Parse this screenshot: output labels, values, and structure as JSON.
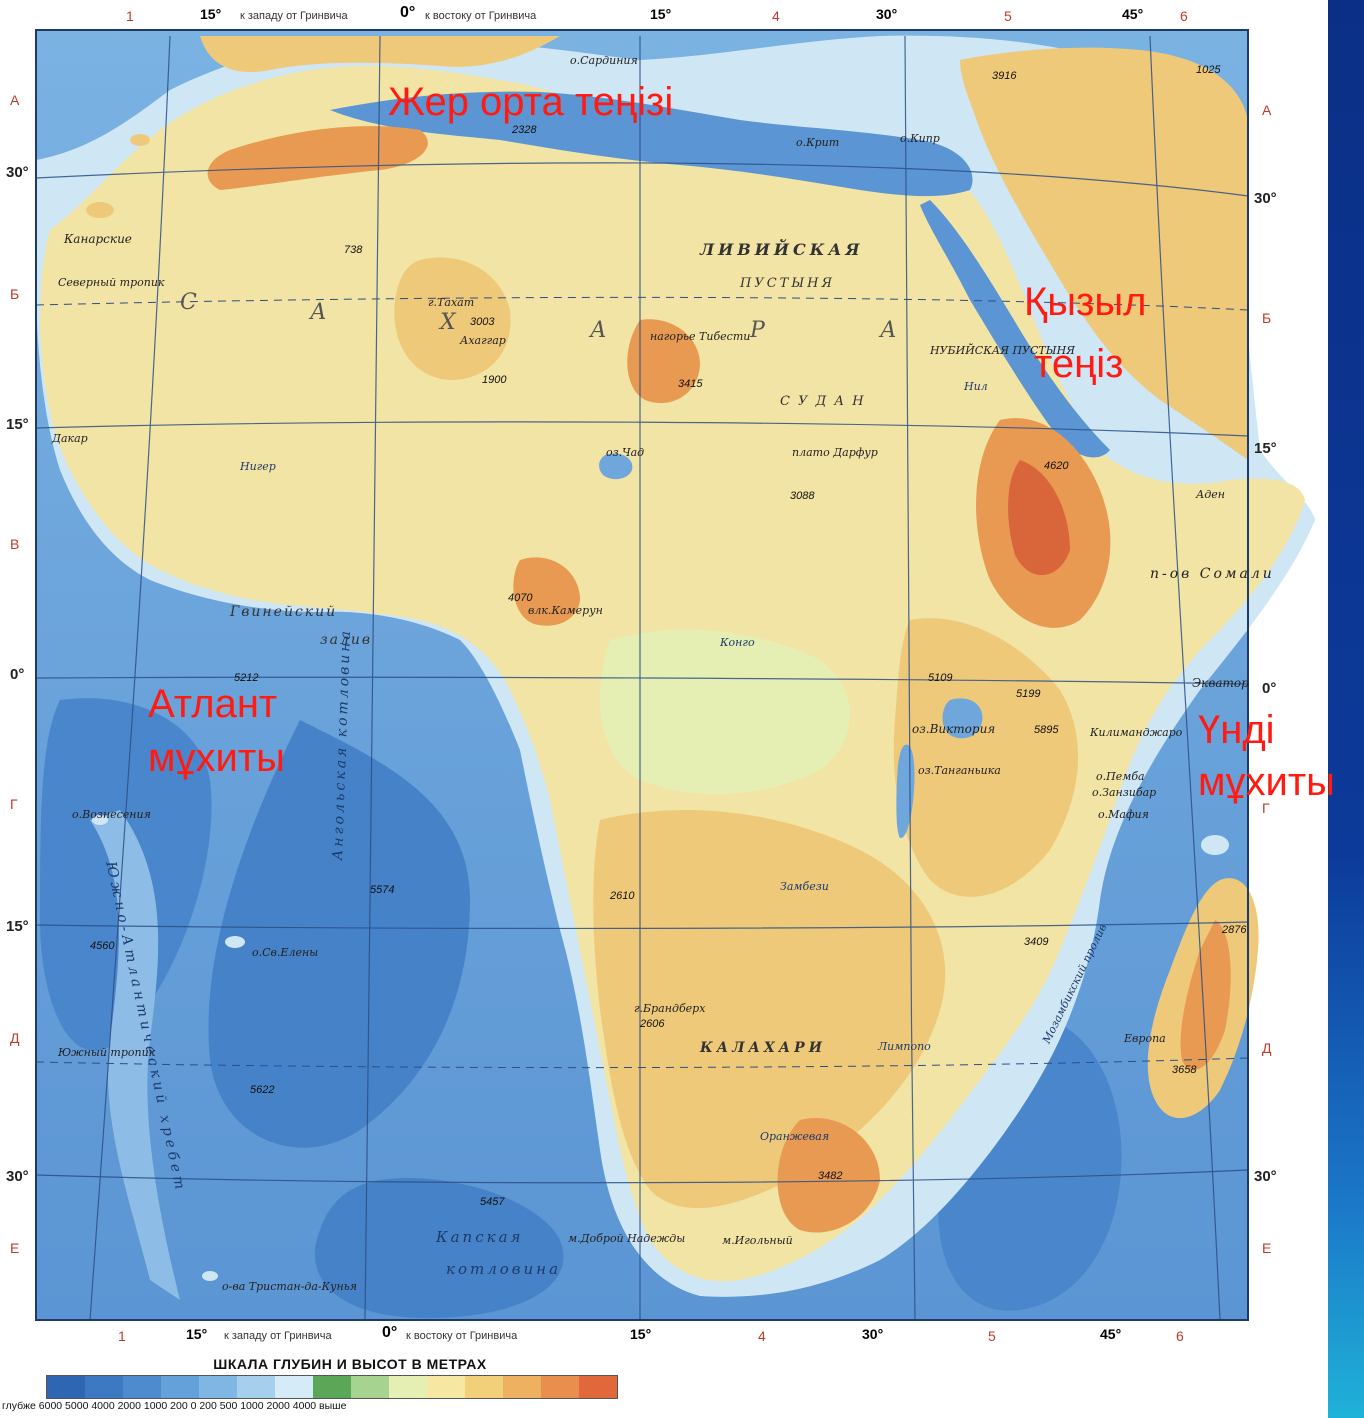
{
  "map": {
    "top_caption": {
      "deg15_left": "15°",
      "west_text": "к западу от Гринвича",
      "deg0": "0°",
      "east_text": "к востоку от Гринвича",
      "deg15_right": "15°",
      "deg30": "30°",
      "deg45": "45°"
    },
    "column_numbers": [
      "1",
      "4",
      "5",
      "6"
    ],
    "row_letters": [
      "А",
      "Б",
      "В",
      "Г",
      "Д",
      "Е"
    ],
    "latitudes": [
      "30°",
      "15°",
      "0°",
      "15°",
      "30°"
    ],
    "bottom_caption": {
      "deg15_left": "15°",
      "west_text": "к западу от Гринвича",
      "deg0": "0°",
      "east_text": "к востоку от Гринвича",
      "deg15_right": "15°",
      "deg30": "30°",
      "deg45": "45°"
    },
    "overlay_labels": {
      "mediterranean": "Жер орта теңізі",
      "red_sea_1": "Қызыл",
      "red_sea_2": "теңіз",
      "atlantic_1": "Атлант",
      "atlantic_2": "мұхиты",
      "indian_1": "Үнді",
      "indian_2": "мұхиты"
    },
    "place_names": {
      "libyan_desert": "ЛИВИЙСКАЯ",
      "desert_word": "ПУСТЫНЯ",
      "sahara_letters": [
        "С",
        "А",
        "Х",
        "А",
        "Р",
        "А"
      ],
      "kalahari": "КАЛАХАРИ",
      "nubian": "НУБИЙСКАЯ ПУСТЫНЯ",
      "guinea_gulf_1": "Гвинейский",
      "guinea_gulf_2": "залив",
      "cape_basin_1": "Капская",
      "cape_basin_2": "котловина",
      "angola_basin": "Ангольская котловина",
      "somali": "п-ов Сомали",
      "mozambique": "Мозамбикский пролив",
      "canaries": "Канарские",
      "ascension": "о.Вознесения",
      "st_helena": "о.Св.Елены",
      "tristan": "о-ва Тристан-да-Кунья",
      "good_hope": "м.Доброй Надежды",
      "agulhas": "м.Игольный",
      "aden": "Аден",
      "dakar": "Дакар",
      "equator": "Экватор",
      "victoria": "оз.Виктория",
      "tanganyika": "оз.Танганьика",
      "kilimanjaro": "Килиманджаро",
      "zanzibar": "о.Занзибар",
      "pemba": "о.Пемба",
      "mafia": "о.Мафия",
      "tahat": "г.Тахат",
      "ahaggar": "Ахаггар",
      "tibesti": "нагорье Тибести",
      "chad": "оз.Чад",
      "darfur": "плато Дарфур",
      "cameroon": "влк.Камерун",
      "brandberg": "г.Брандберх",
      "europa": "Европа",
      "north_tropic": "Северный тропик",
      "south_tropic": "Южный тропик",
      "cyprus": "о.Кипр",
      "crete": "о.Крит",
      "sardinia": "о.Сардиния",
      "sudan": "С У Д А Н",
      "nile": "Нил",
      "congo": "Конго",
      "zambezi": "Замбези",
      "niger": "Нигер",
      "limpopo": "Лимпопо",
      "orange": "Оранжевая",
      "atlantic_ridge": "Южно-Атлантический хребет"
    },
    "elevations": [
      "3003",
      "3415",
      "3088",
      "4070",
      "5109",
      "5199",
      "5895",
      "4620",
      "2328",
      "1900",
      "3482",
      "2876",
      "2606",
      "2610",
      "3658",
      "1025",
      "3916",
      "5212",
      "5574",
      "5622",
      "5457",
      "4560",
      "3409",
      "738"
    ],
    "colors": {
      "deep_ocean": "#3f7fc8",
      "ocean": "#6fa6dc",
      "shelf": "#cfe6f5",
      "lowland": "#b8d7a0",
      "plain": "#f2e4a4",
      "upland": "#efc97a",
      "highland": "#e89a52",
      "mountain": "#d9663a",
      "overlay_red": "#ff1a12",
      "frame_blue": "#0c3a9a"
    },
    "scale": {
      "title": "ШКАЛА ГЛУБИН И ВЫСОТ В МЕТРАХ",
      "values": "глубже 6000 5000 4000 2000 1000 200  0   200  500 1000 2000 4000 выше",
      "colors": [
        "#2f66b4",
        "#3d78c2",
        "#4d8bce",
        "#64a0da",
        "#7fb6e4",
        "#a6cfee",
        "#d5ebf7",
        "#5aa857",
        "#a7d391",
        "#e6efb3",
        "#f6e7a3",
        "#f2d079",
        "#eeb160",
        "#e98e4d",
        "#e0683b"
      ]
    }
  }
}
